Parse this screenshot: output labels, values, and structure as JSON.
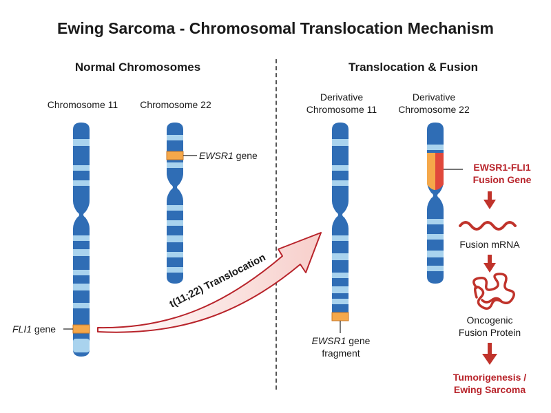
{
  "title": "Ewing Sarcoma - Chromosomal Translocation Mechanism",
  "left_section": {
    "heading": "Normal Chromosomes"
  },
  "right_section": {
    "heading": "Translocation & Fusion"
  },
  "chromosomes": {
    "chr11": {
      "label": "Chromosome 11",
      "gene_italic": "FLI1",
      "gene_suffix": " gene"
    },
    "chr22": {
      "label": "Chromosome 22",
      "gene_italic": "EWSR1",
      "gene_suffix": " gene"
    },
    "der11": {
      "label_line1": "Derivative",
      "label_line2": "Chromosome 11",
      "gene_italic": "EWSR1",
      "gene_suffix": " gene",
      "gene_line2": "fragment"
    },
    "der22": {
      "label_line1": "Derivative",
      "label_line2": "Chromosome 22"
    }
  },
  "translocation_label": "t(11;22) Translocation",
  "pathway": {
    "fusion_gene_line1": "EWSR1-FLI1",
    "fusion_gene_line2": "Fusion Gene",
    "mrna": "Fusion mRNA",
    "protein_line1": "Oncogenic",
    "protein_line2": "Fusion Protein",
    "outcome_line1": "Tumorigenesis /",
    "outcome_line2": "Ewing Sarcoma"
  },
  "colors": {
    "chromosome_blue": "#2f6db5",
    "band_light": "#a9d3ee",
    "gene_orange": "#f5a84a",
    "fusion_red": "#e0483b",
    "accent_red": "#b8232a",
    "arrow_fill": "#fbe3e1"
  }
}
